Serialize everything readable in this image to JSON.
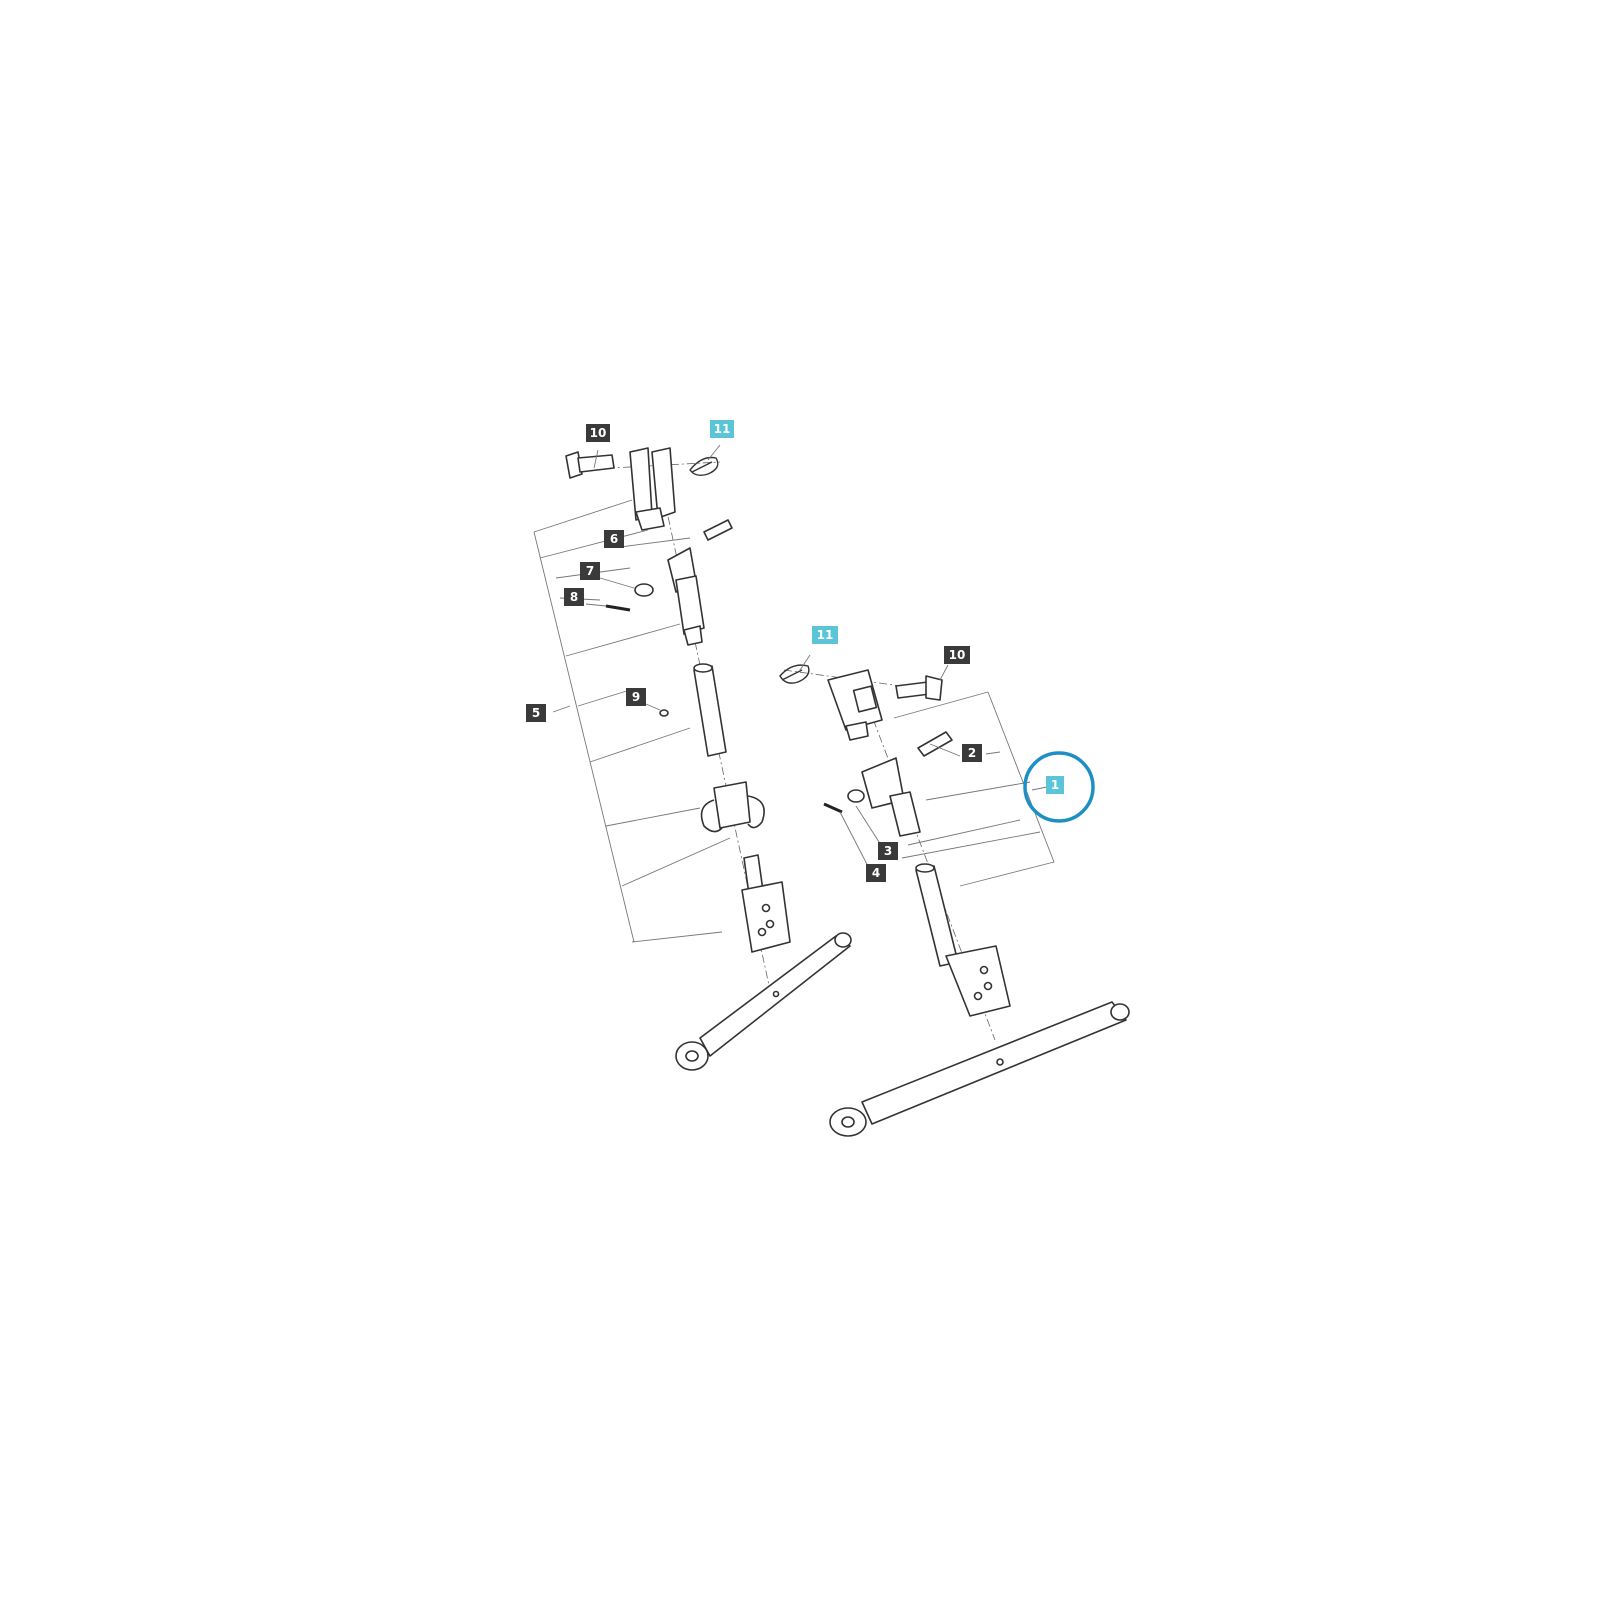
{
  "callouts": {
    "left_10": "10",
    "left_11": "11",
    "left_6": "6",
    "left_7": "7",
    "left_8": "8",
    "left_5": "5",
    "left_9": "9",
    "right_11": "11",
    "right_10": "10",
    "right_2": "2",
    "right_1": "1",
    "right_3": "3",
    "right_4": "4"
  },
  "colors": {
    "callout_default": "#3a3a3a",
    "callout_highlight": "#5bc4d6",
    "highlight_circle": "#1e8fc4",
    "line_art": "#333333"
  }
}
